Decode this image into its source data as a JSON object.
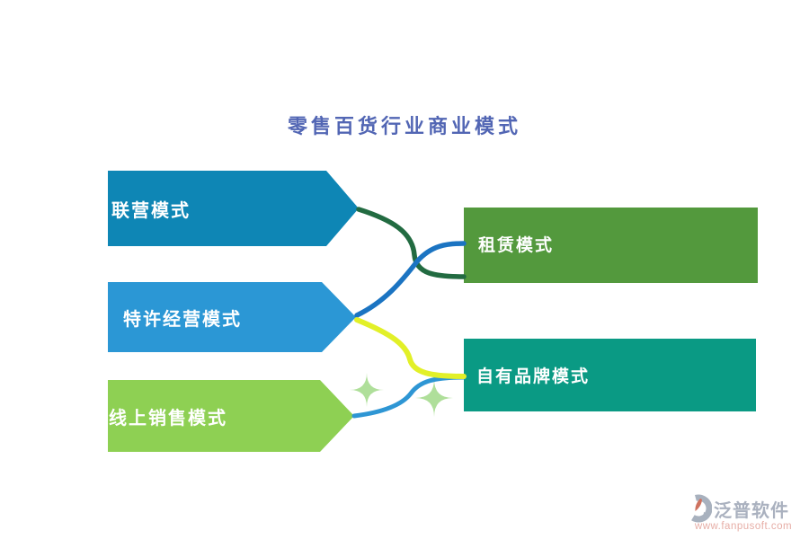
{
  "title": {
    "text": "零售百货行业商业模式",
    "color": "#5266b4"
  },
  "diagram": {
    "left_nodes": [
      {
        "label": "联营模式",
        "color": "#0e86b5"
      },
      {
        "label": "特许经营模式",
        "color": "#2b97d5"
      },
      {
        "label": "线上销售模式",
        "color": "#8ed053"
      }
    ],
    "right_nodes": [
      {
        "label": "租赁模式",
        "color": "#53993d"
      },
      {
        "label": "自有品牌模式",
        "color": "#0a9a84"
      }
    ],
    "connectors": [
      {
        "from": "联营模式",
        "to": "租赁模式",
        "color": "#226b41"
      },
      {
        "from": "特许经营模式",
        "to": "租赁模式",
        "color": "#1b74c2"
      },
      {
        "from": "线上销售模式",
        "to": "自有品牌模式",
        "color": "#2e96d4"
      },
      {
        "from": "特许经营模式",
        "to": "自有品牌模式",
        "color": "#e2f028"
      }
    ],
    "star_color": "#a6db8f"
  },
  "watermark": {
    "brand": "泛普软件",
    "url": "www.fanpusoft.com",
    "brand_color": "#98a1b1",
    "url_color": "#e19b92",
    "icon_gray": "#96a0b0",
    "icon_orange": "#c4543c"
  }
}
